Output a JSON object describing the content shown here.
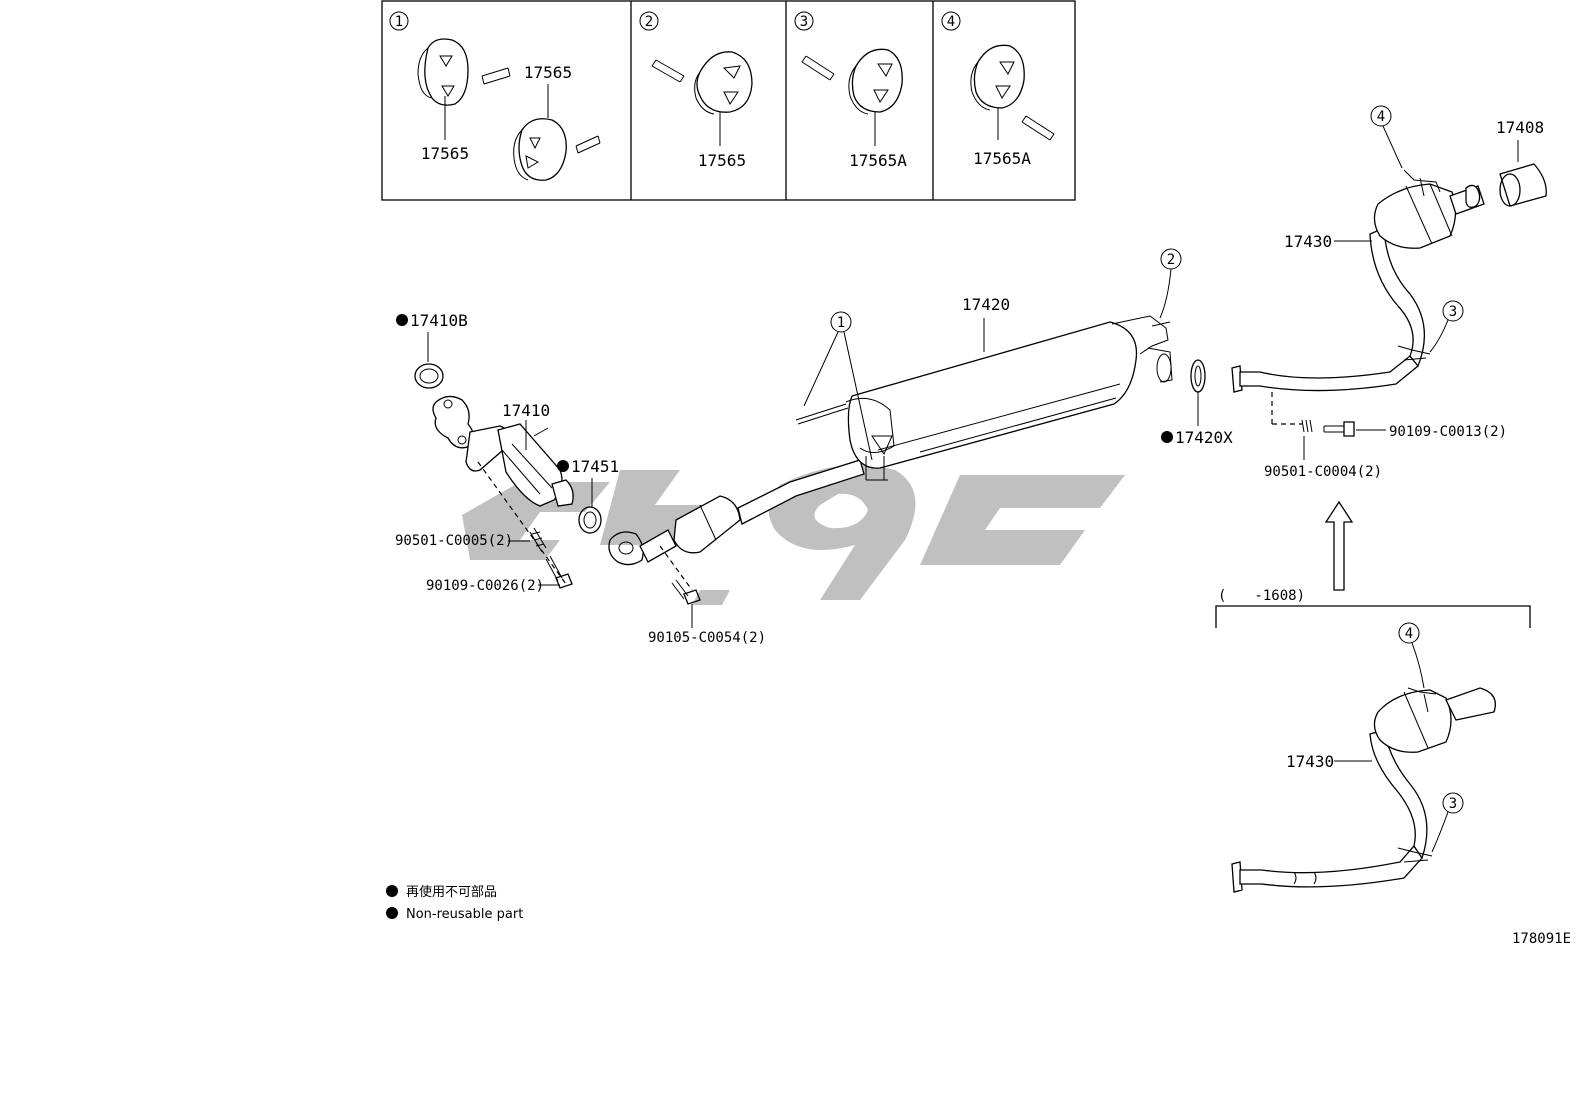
{
  "insets": [
    {
      "num": "1",
      "labels": [
        "17565",
        "17565"
      ]
    },
    {
      "num": "2",
      "labels": [
        "17565"
      ]
    },
    {
      "num": "3",
      "labels": [
        "17565A"
      ]
    },
    {
      "num": "4",
      "labels": [
        "17565A"
      ]
    }
  ],
  "parts": {
    "p17410b": "17410B",
    "p17410": "17410",
    "p17451": "17451",
    "p90501_c0005": "90501-C0005(2)",
    "p90109_c0026": "90109-C0026(2)",
    "p90105_c0054": "90105-C0054(2)",
    "p17420": "17420",
    "p17420x": "17420X",
    "p17430": "17430",
    "p17408": "17408",
    "p90109_c0013": "90109-C0013(2)",
    "p90501_c0004": "90501-C0004(2)",
    "p17430_alt": "17430"
  },
  "callouts": {
    "c1": "1",
    "c2": "2",
    "c3": "3",
    "c4": "4",
    "c3_alt": "3",
    "c4_alt": "4"
  },
  "variant_note": "(　　-1608)",
  "legend": {
    "jp": "再使用不可部品",
    "en": "Non-reusable part"
  },
  "figure_id": "178091E"
}
